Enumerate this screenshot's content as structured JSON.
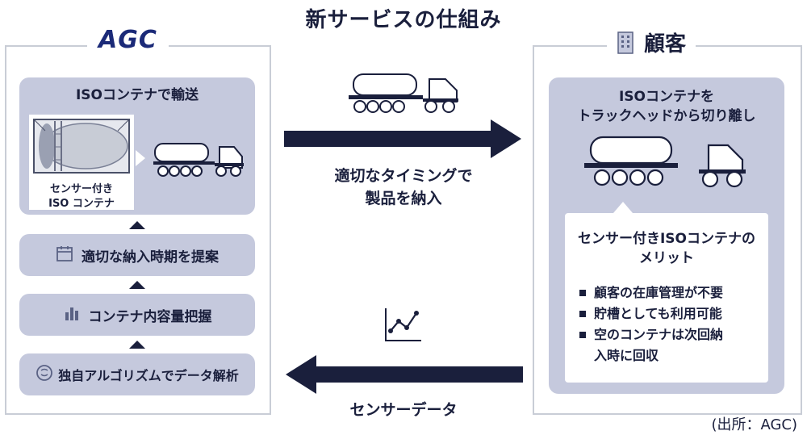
{
  "title": "新サービスの仕組み",
  "agc": {
    "logo": "AGC",
    "transport_heading": "ISOコンテナで輸送",
    "container_caption_line1": "センサー付き",
    "container_caption_line2": "ISO コンテナ",
    "steps": [
      {
        "label": "適切な納入時期を提案",
        "icon": "calendar-icon"
      },
      {
        "label": "コンテナ内容量把握",
        "icon": "bar-chart-icon"
      },
      {
        "label": "独自アルゴリズムでデータ解析",
        "icon": "brain-icon"
      }
    ]
  },
  "middle": {
    "delivery_line1": "適切なタイミングで",
    "delivery_line2": "製品を納入",
    "sensor_data": "センサーデータ",
    "chart_icon": "line-chart-icon",
    "truck_icon": "truck-icon"
  },
  "customer": {
    "label": "顧客",
    "icon": "building-icon",
    "heading_line1": "ISOコンテナを",
    "heading_line2": "トラックヘッドから切り離し",
    "merit_title_line1": "センサー付きISOコンテナの",
    "merit_title_line2": "メリット",
    "merits": [
      "顧客の在庫管理が不要",
      "貯槽としても利用可能",
      "空のコンテナは次回納入時に回収"
    ]
  },
  "source": "(出所：AGC)",
  "colors": {
    "navy": "#1a1f3c",
    "block": "#c5c9dd",
    "brand": "#1b2a78"
  }
}
